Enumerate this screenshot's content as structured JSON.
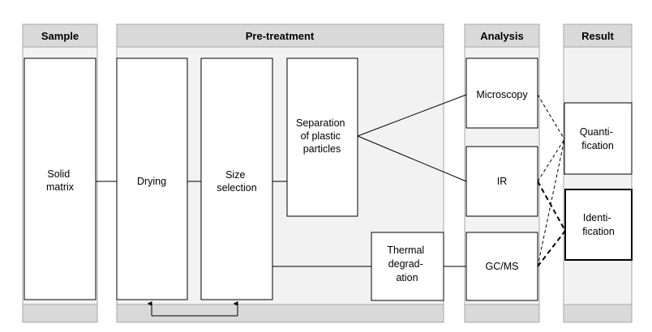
{
  "columns": {
    "sample": "Sample",
    "pretreatment": "Pre-treatment",
    "analysis": "Analysis",
    "result": "Result"
  },
  "boxes": {
    "solid_matrix": [
      "Solid",
      "matrix"
    ],
    "drying": [
      "Drying"
    ],
    "size_selection": [
      "Size",
      "selection"
    ],
    "separation": [
      "Separation",
      "of plastic",
      "particles"
    ],
    "thermal_degradation": [
      "Thermal",
      "degrad-",
      "ation"
    ],
    "microscopy": [
      "Microscopy"
    ],
    "ir": [
      "IR"
    ],
    "gcms": [
      "GC/MS"
    ],
    "quantification": [
      "Quanti-",
      "fication"
    ],
    "identification": [
      "Identi-",
      "fication"
    ]
  },
  "colors": {
    "panel_fill": "#f2f2f2",
    "panel_stroke": "#a6a6a6",
    "header_fill": "#d9d9d9",
    "box_fill": "#ffffff",
    "line": "#000000"
  }
}
